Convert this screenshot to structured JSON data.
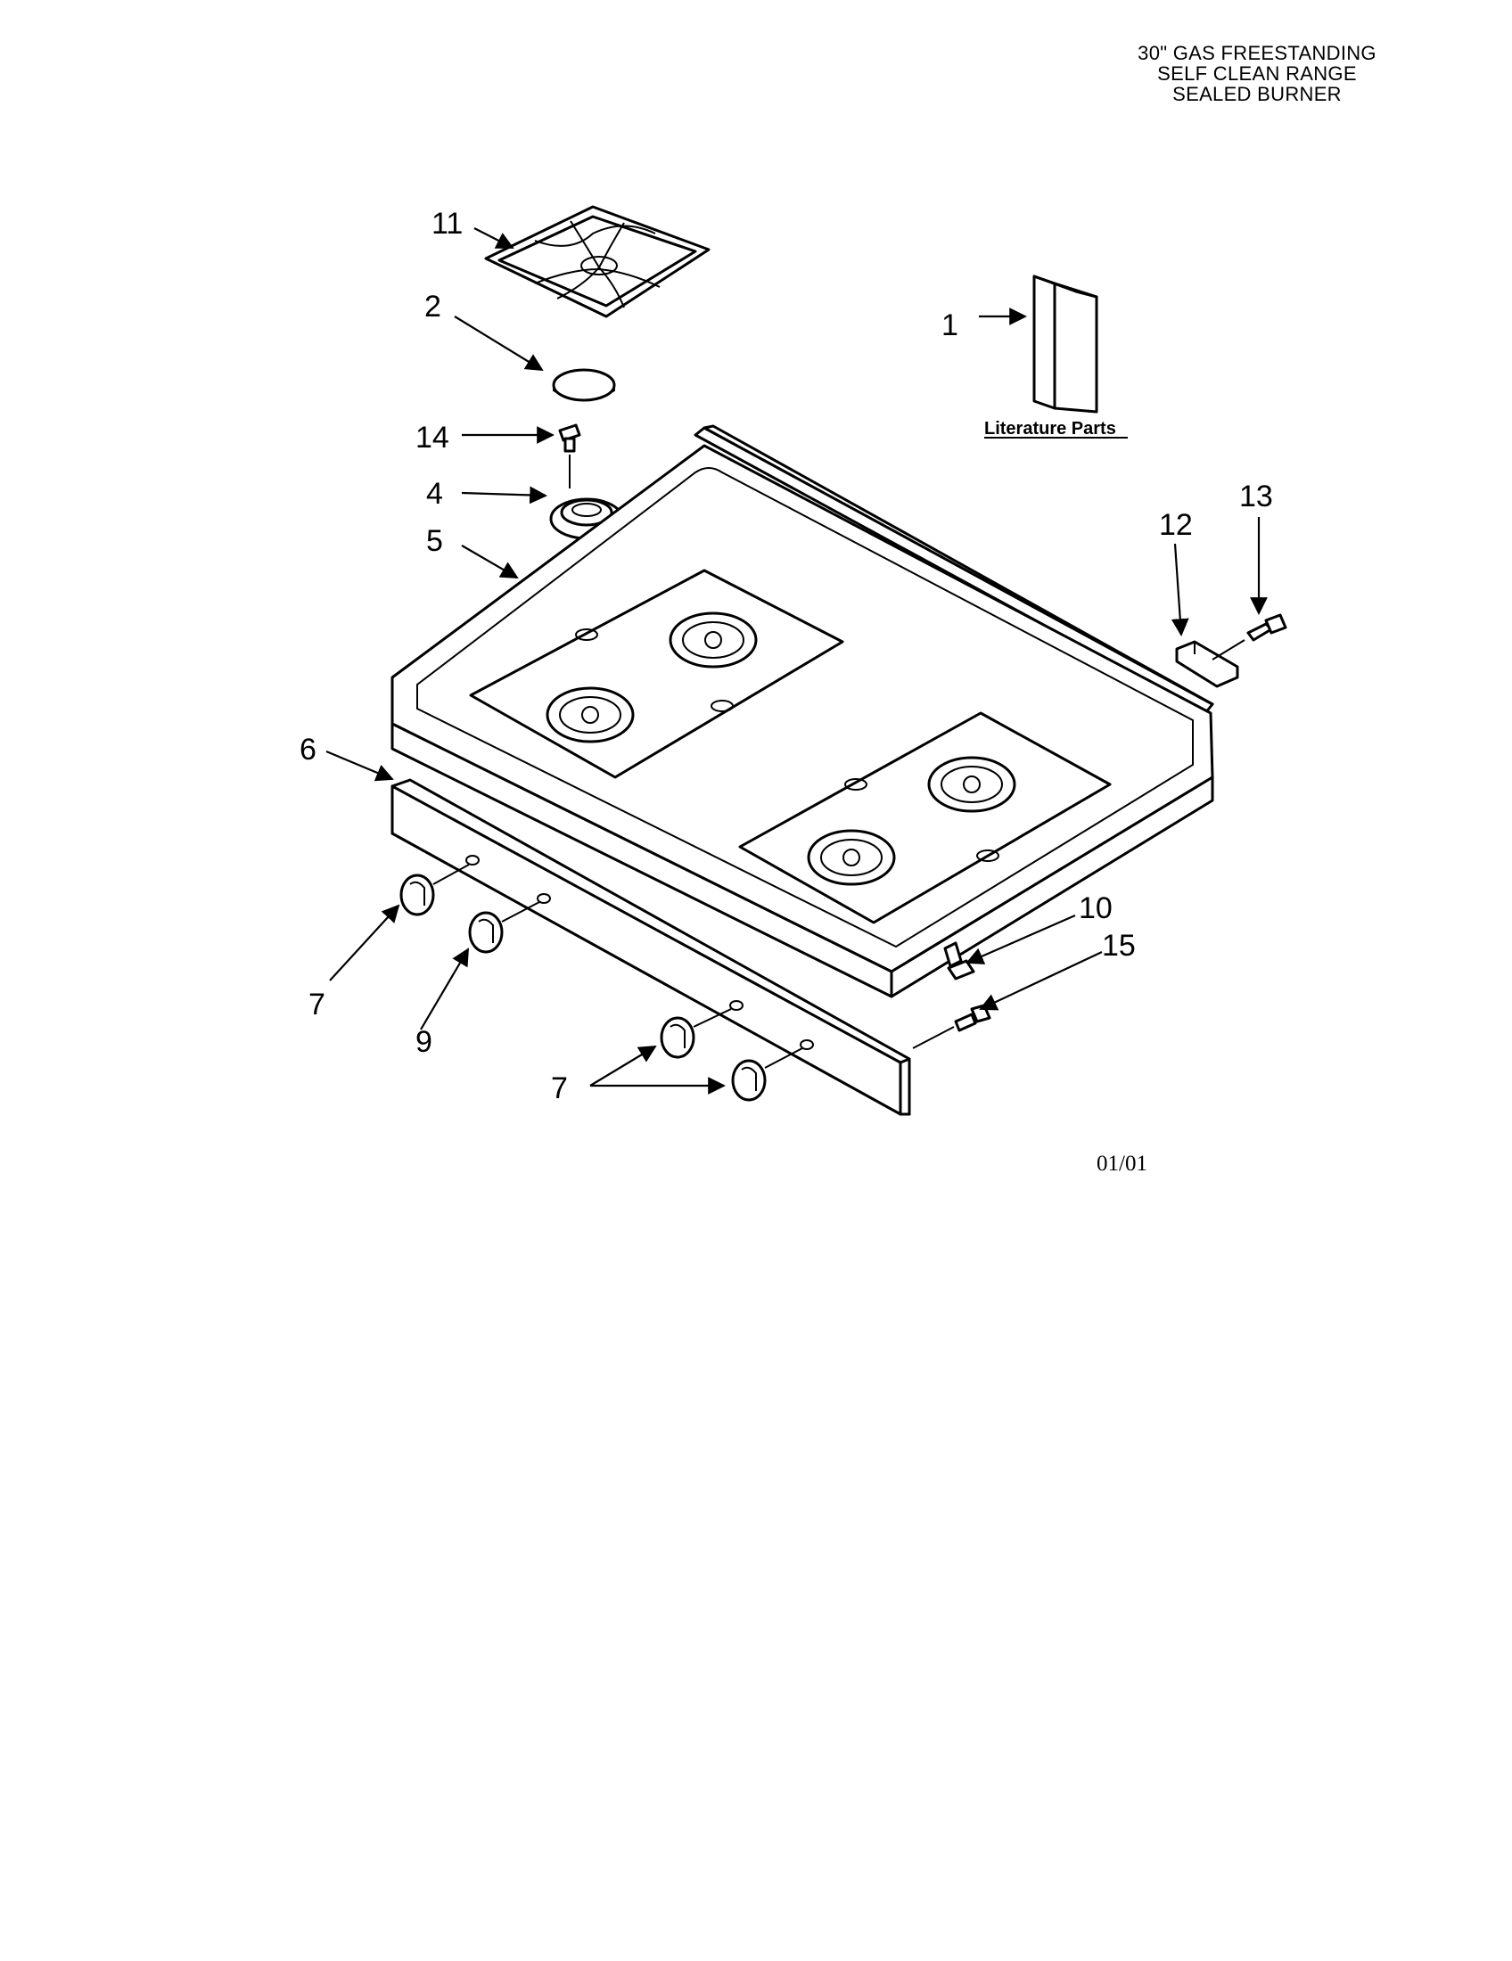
{
  "title": {
    "line1": "30\" GAS FREESTANDING",
    "line2": "SELF CLEAN RANGE",
    "line3": "SEALED BURNER"
  },
  "literature_label": "Literature Parts",
  "date_code": "01/01",
  "callouts": {
    "c1": "1",
    "c2": "2",
    "c4": "4",
    "c5": "5",
    "c6": "6",
    "c7a": "7",
    "c7b": "7",
    "c9": "9",
    "c10": "10",
    "c11": "11",
    "c12": "12",
    "c13": "13",
    "c14": "14",
    "c15": "15"
  }
}
